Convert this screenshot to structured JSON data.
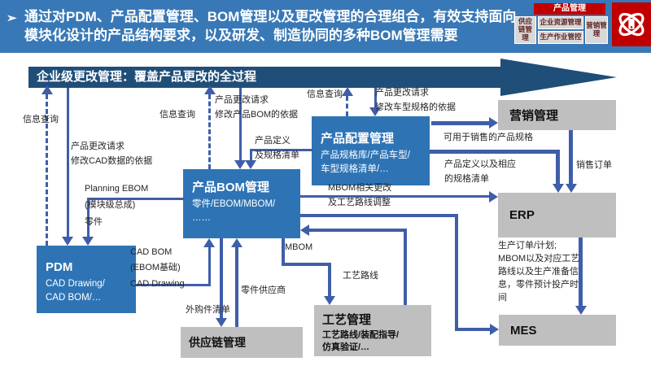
{
  "banner": {
    "bullet": "➢",
    "text": "通过对PDM、产品配置管理、BOM管理以及更改管理的合理组合，有效支持面向模块化设计的产品结构要求，以及研发、制造协同的多种BOM管理需要"
  },
  "mini_map": {
    "header": "产品管理",
    "left": "供应链管理",
    "center_top": "企业资源管理",
    "center_bottom": "生产作业管控",
    "right": "营销管理"
  },
  "title_arrow": "企业级更改管理：覆盖产品更改的全过程",
  "boxes": {
    "product_config": {
      "title": "产品配置管理",
      "subtitle": "产品规格库/产品车型/\n车型规格清单/…"
    },
    "product_bom": {
      "title": "产品BOM管理",
      "subtitle": "零件/EBOM/MBOM/\n……"
    },
    "pdm": {
      "title": "PDM",
      "subtitle": "CAD Drawing/\nCAD BOM/…"
    },
    "marketing": {
      "title": "营销管理"
    },
    "erp": {
      "title": "ERP"
    },
    "mes": {
      "title": "MES"
    },
    "supply_chain": {
      "title": "供应链管理"
    },
    "process_mgmt": {
      "title": "工艺管理",
      "subtitle": "工艺路线/装配指导/\n仿真验证/…"
    }
  },
  "labels": {
    "info_query_pdm": "信息查询",
    "info_query_bom": "信息查询",
    "info_query_config": "信息查询",
    "change_request_cad": "产品更改请求\n修改CAD数据的依据",
    "change_request_bom": "产品更改请求\n修改产品BOM的依据",
    "change_request_spec": "产品更改请求\n修改车型规格的依据",
    "product_definition": "产品定义\n及规格清单",
    "sellable_spec": "可用于销售的产品规格",
    "product_def_spec": "产品定义以及相应\n的规格清单",
    "sales_order": "销售订单",
    "mbom_changes": "MBOM相关更改\n及工艺路线调整",
    "planning_ebom": "Planning EBOM\n(模块级总成)\n零件",
    "cad_bom": "CAD BOM\n(EBOM基础)\nCAD Drawing",
    "mbom": "MBOM",
    "process_route": "工艺路线",
    "part_supplier": "零件供应商",
    "purchased_parts_list": "外购件清单",
    "production_order_plan": "生产订单/计划;",
    "erp_to_mes_info": "MBOM以及对应工艺路线以及生产准备信息，零件预计投产时间"
  },
  "colors": {
    "banner_blue": "#3878B6",
    "title_navy": "#1F4E79",
    "box_blue": "#2E74B5",
    "line_blue": "#3F5EA9",
    "gray_box": "#BFBFBF",
    "accent_red": "#C00000"
  }
}
